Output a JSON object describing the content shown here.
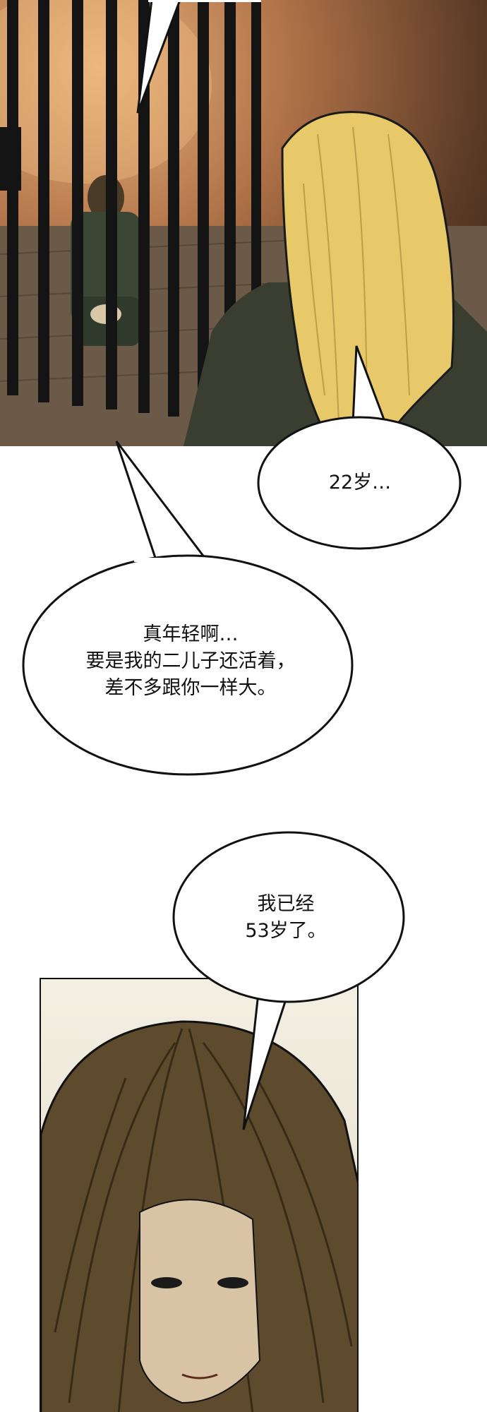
{
  "dialogue": {
    "bubble_age": "22岁…",
    "bubble_young": [
      "真年轻啊…",
      "要是我的二儿子还活着，",
      "差不多跟你一样大。"
    ],
    "bubble_53": [
      "我已经",
      "53岁了。"
    ]
  },
  "colors": {
    "bubble_fill": "#ffffff",
    "bubble_stroke": "#111111",
    "cell_bars": "#141414",
    "blonde_hair": "#e8c96a",
    "brown_hair": "#5e4a2c"
  }
}
